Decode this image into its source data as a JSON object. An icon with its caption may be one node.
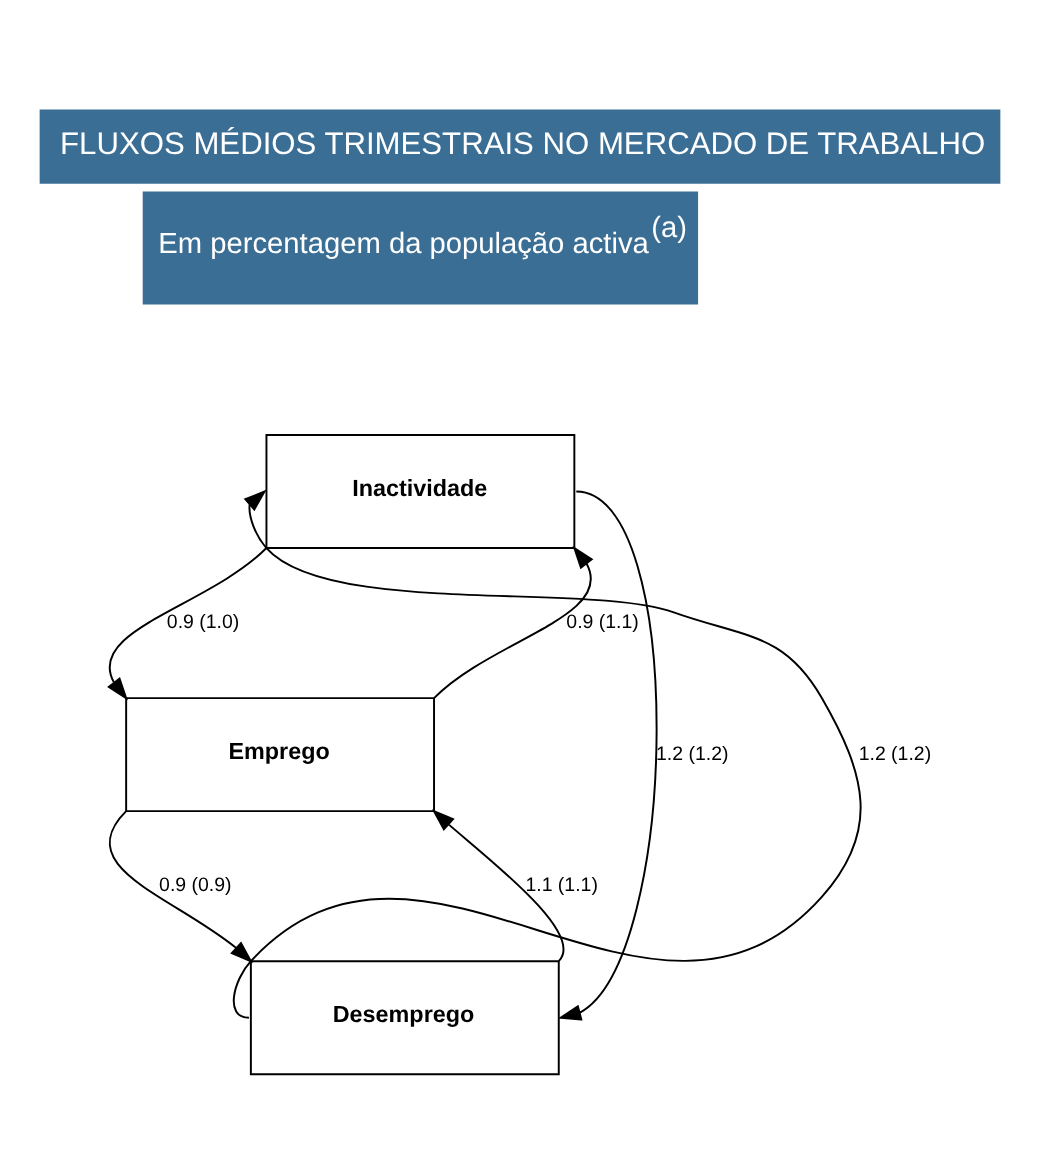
{
  "diagram": {
    "title": "FLUXOS MÉDIOS TRIMESTRAIS NO MERCADO DE TRABALHO",
    "nodes": [
      {
        "text": [
          "Inactividade"
        ]
      },
      {
        "text": [
          "Emprego"
        ]
      },
      {
        "text": [
          "Desemprego"
        ]
      }
    ],
    "edges": [
      {
        "from": 0,
        "to": 1,
        "arrow": "to",
        "label": "0.9 (1.0)"
      },
      {
        "from": 1,
        "to": 0,
        "arrow": "to",
        "label": "0.9 (1.1)"
      },
      {
        "from": 1,
        "to": 2,
        "arrow": "to",
        "label": "0.9 (0.9)"
      },
      {
        "from": 2,
        "to": 1,
        "arrow": "to",
        "label": "1.1 (1.1)"
      },
      {
        "from": 2,
        "to": 0,
        "arrow": "to",
        "label": "1.2 (1.2)"
      },
      {
        "from": 0,
        "to": 2,
        "arrow": "to",
        "label": "1.2 (1.2)"
      }
    ],
    "labels": [
      "Em percentagem da população activa$^{(a)}$"
    ]
  }
}
